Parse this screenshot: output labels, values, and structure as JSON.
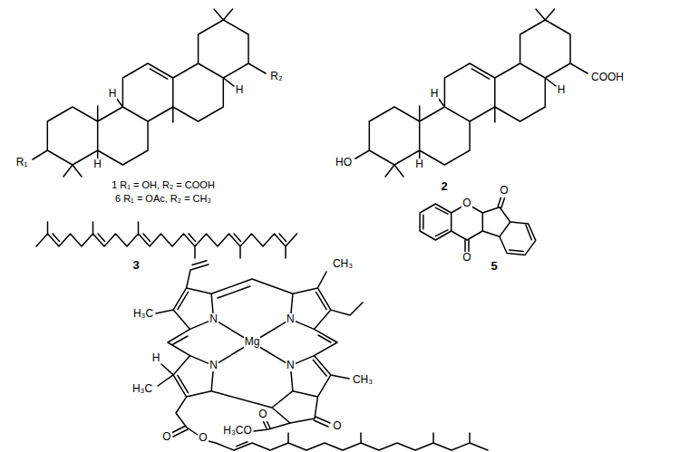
{
  "diagram": {
    "labels": [
      "R₂",
      "H",
      "H",
      "H",
      "R₁",
      "1 R₁ = OH, R₂ = COOH",
      "6 R₁ = OAc, R₂ = CH₃",
      "COOH",
      "H",
      "H",
      "H",
      "HO",
      "2",
      "3",
      "O",
      "O",
      "O",
      "5",
      "CH₃",
      "H₃C",
      "N",
      "N",
      "Mg",
      "N",
      "N",
      "CH₃",
      "H",
      "H₃C",
      "O",
      "O",
      "H₃CO",
      "O",
      "O"
    ]
  }
}
